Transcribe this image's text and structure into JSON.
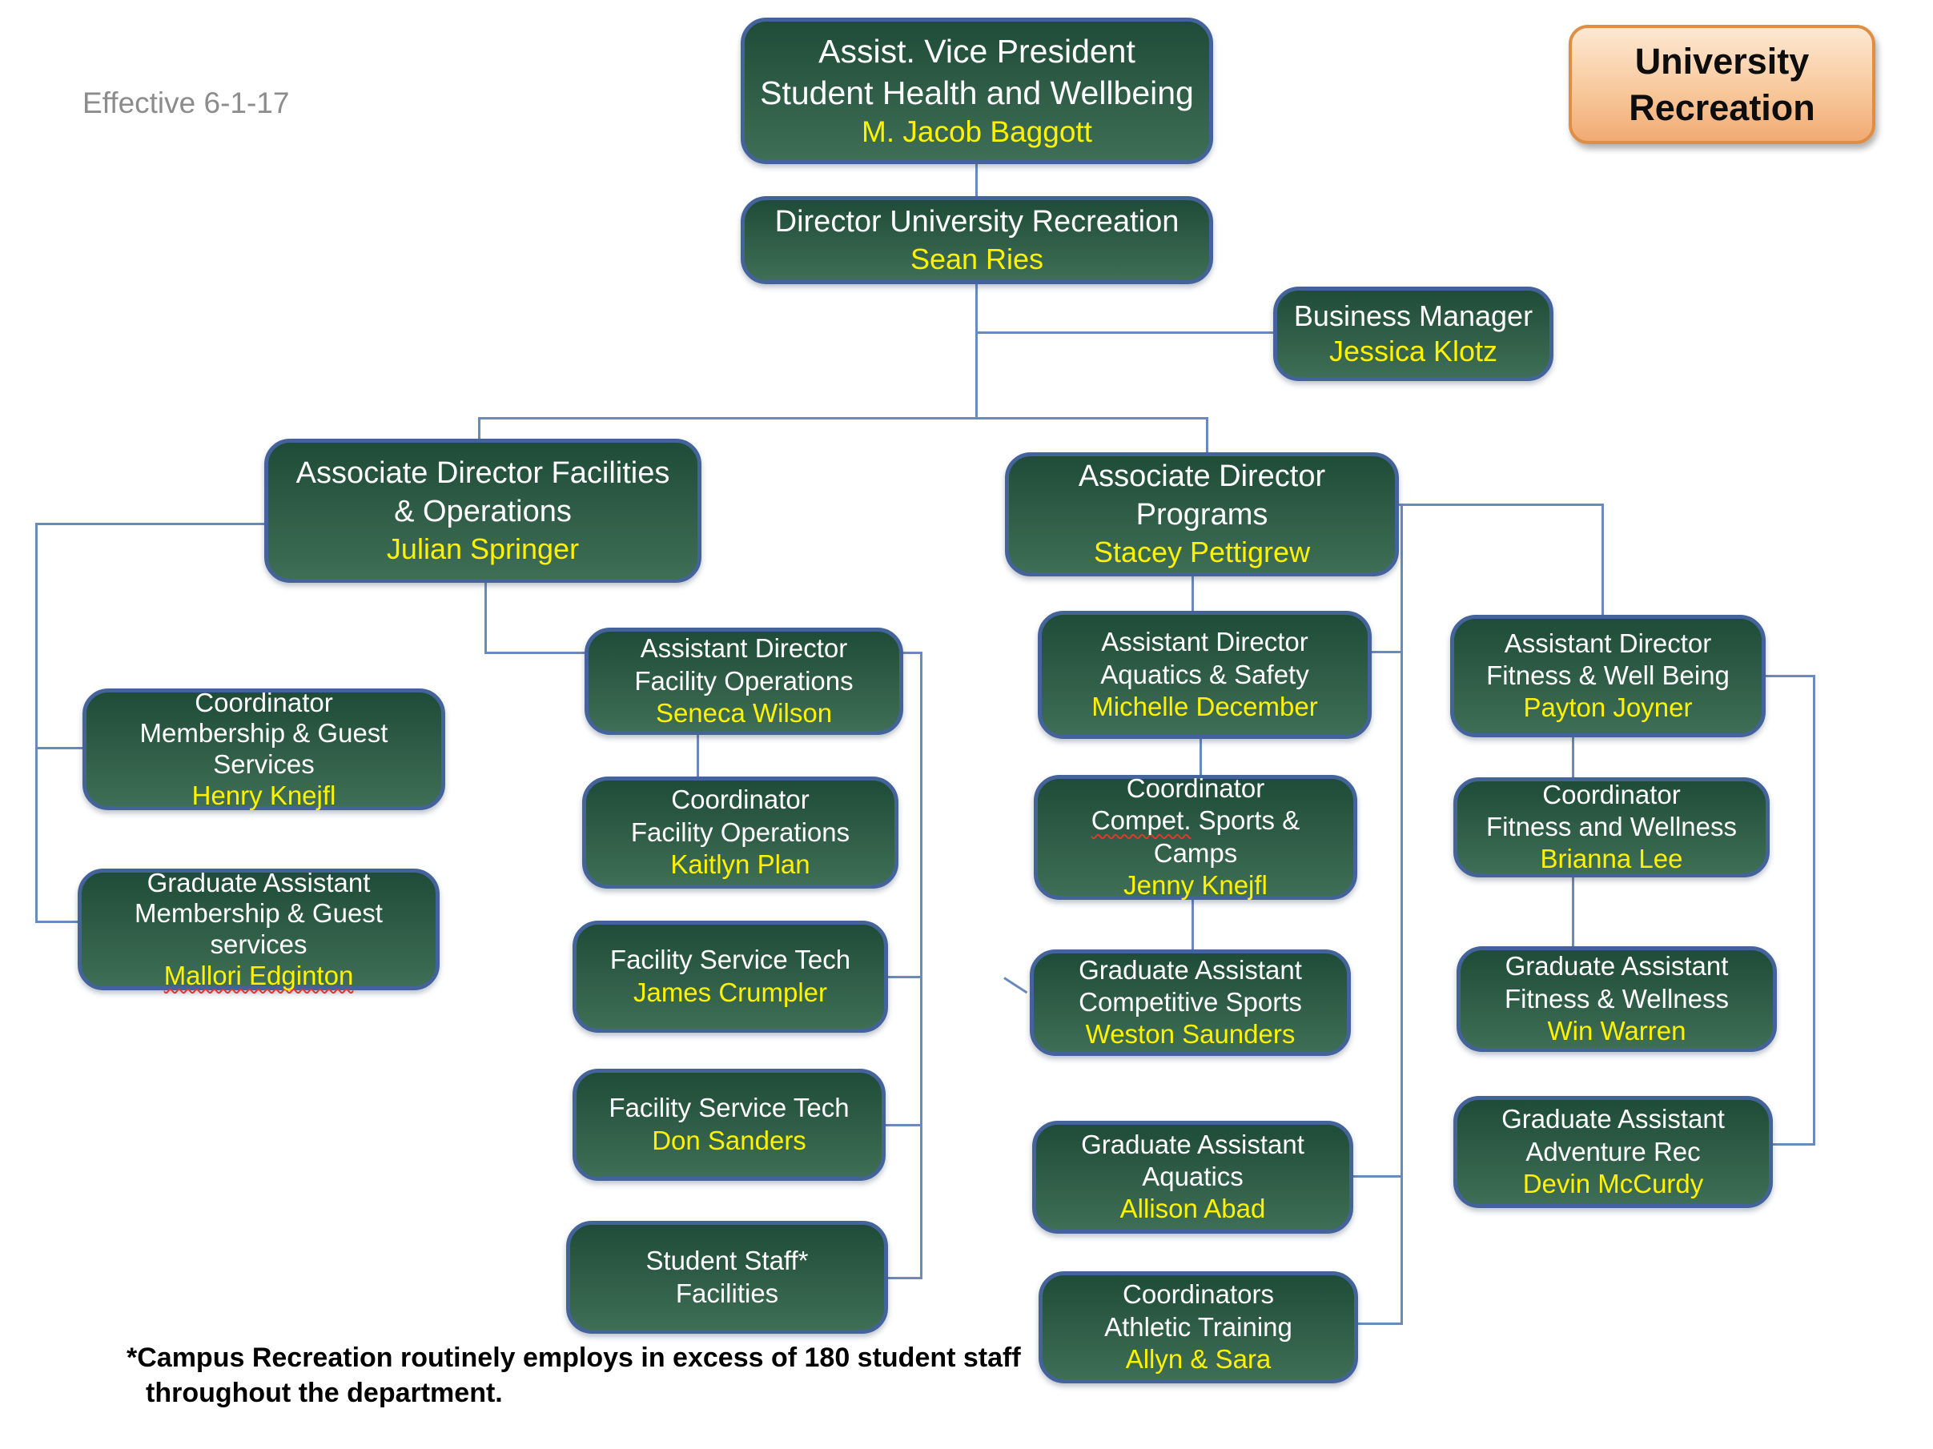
{
  "page": {
    "effective_date": "Effective 6-1-17",
    "badge": "University Recreation",
    "footnote_line1": "*Campus Recreation routinely employs in excess of 180 student staff",
    "footnote_line2": "throughout the department."
  },
  "colors": {
    "box_green_top": "#1f4c38",
    "box_green_bottom": "#3f6e56",
    "box_border_blue": "#44639a",
    "name_yellow": "#fff200",
    "connector_blue": "#6b8abc",
    "badge_fill_top": "#fde8d3",
    "badge_fill_bottom": "#f1aa73",
    "badge_border_orange": "#de8f45",
    "squiggle_red": "#e2372b"
  },
  "org": {
    "avp": {
      "line1": "Assist. Vice President",
      "line2": "Student Health and Wellbeing",
      "name": "M. Jacob Baggott"
    },
    "director": {
      "line1": "Director University Recreation",
      "name": "Sean Ries"
    },
    "business_manager": {
      "line1": "Business  Manager",
      "name": "Jessica Klotz"
    },
    "assoc_dir_facilities": {
      "line1": "Associate Director Facilities",
      "line2": "& Operations",
      "name": "Julian Springer"
    },
    "assoc_dir_programs": {
      "line1": "Associate Director",
      "line2": "Programs",
      "name": "Stacey Pettigrew"
    },
    "coord_membership": {
      "line1": "Coordinator",
      "line2": "Membership & Guest",
      "line3": "Services",
      "name": "Henry Knejfl"
    },
    "ga_membership": {
      "line1": "Graduate Assistant",
      "line2": "Membership & Guest services",
      "name": "Mallori Edginton"
    },
    "asst_dir_facility_ops": {
      "line1": "Assistant Director",
      "line2": "Facility Operations",
      "name": "Seneca Wilson"
    },
    "coord_facility_ops": {
      "line1": "Coordinator",
      "line2": "Facility Operations",
      "name": "Kaitlyn Plan"
    },
    "facility_service_tech_1": {
      "line1": "Facility Service Tech",
      "name": "James Crumpler"
    },
    "facility_service_tech_2": {
      "line1": "Facility Service Tech",
      "name": "Don Sanders"
    },
    "student_staff": {
      "line1": "Student Staff*",
      "line2": "Facilities"
    },
    "asst_dir_aquatics": {
      "line1": "Assistant Director",
      "line2": "Aquatics & Safety",
      "name": "Michelle December"
    },
    "coord_compet_sports": {
      "line1": "Coordinator",
      "line2_squiggle": "Compet.",
      "line2_rest": " Sports & Camps",
      "name": "Jenny Knejfl"
    },
    "ga_competitive_sports": {
      "line1": "Graduate Assistant",
      "line2": "Competitive Sports",
      "name": "Weston Saunders"
    },
    "ga_aquatics": {
      "line1": "Graduate Assistant",
      "line2": "Aquatics",
      "name": "Allison Abad"
    },
    "coord_athletic_training": {
      "line1": "Coordinators",
      "line2": "Athletic Training",
      "name": "Allyn & Sara"
    },
    "asst_dir_fitness": {
      "line1": "Assistant Director",
      "line2": "Fitness & Well Being",
      "name": "Payton Joyner"
    },
    "coord_fitness": {
      "line1": "Coordinator",
      "line2": "Fitness and Wellness",
      "name": "Brianna Lee"
    },
    "ga_fitness": {
      "line1": "Graduate Assistant",
      "line2": "Fitness & Wellness",
      "name": "Win Warren"
    },
    "ga_adventure": {
      "line1": "Graduate Assistant",
      "line2": "Adventure Rec",
      "name": "Devin McCurdy"
    }
  }
}
